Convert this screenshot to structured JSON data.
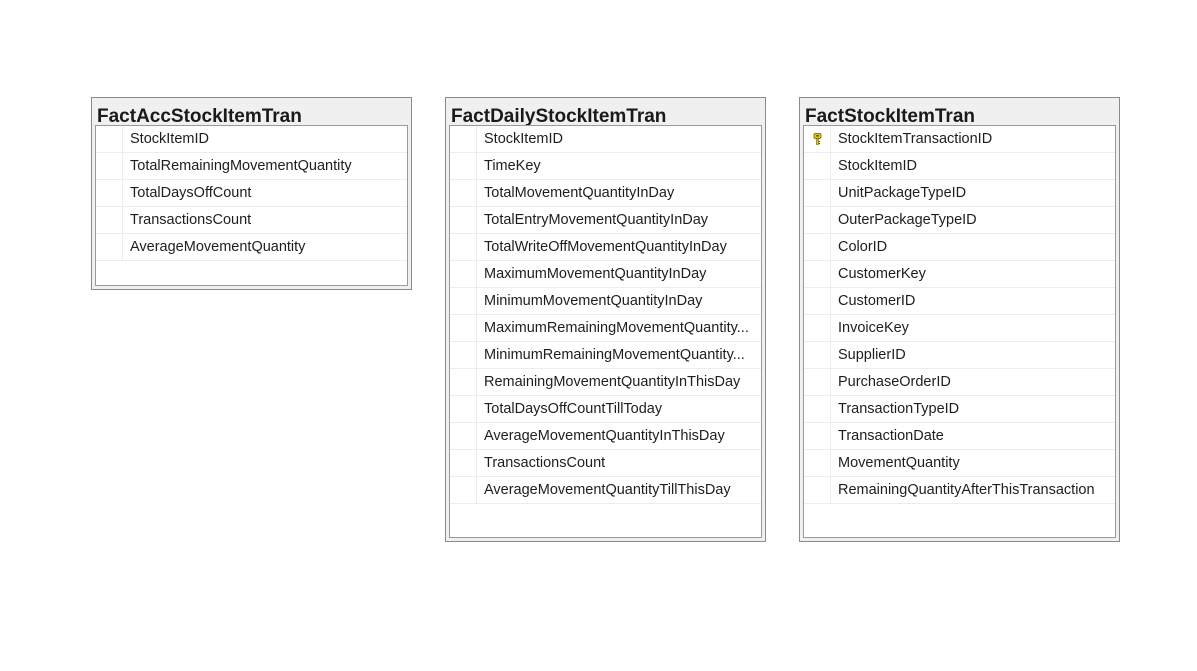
{
  "tables": [
    {
      "name": "FactAccStockItemTran",
      "columns": [
        {
          "name": "StockItemID",
          "key": false
        },
        {
          "name": "TotalRemainingMovementQuantity",
          "key": false
        },
        {
          "name": "TotalDaysOffCount",
          "key": false
        },
        {
          "name": "TransactionsCount",
          "key": false
        },
        {
          "name": "AverageMovementQuantity",
          "key": false
        }
      ]
    },
    {
      "name": "FactDailyStockItemTran",
      "columns": [
        {
          "name": "StockItemID",
          "key": false
        },
        {
          "name": "TimeKey",
          "key": false
        },
        {
          "name": "TotalMovementQuantityInDay",
          "key": false
        },
        {
          "name": "TotalEntryMovementQuantityInDay",
          "key": false
        },
        {
          "name": "TotalWriteOffMovementQuantityInDay",
          "key": false
        },
        {
          "name": "MaximumMovementQuantityInDay",
          "key": false
        },
        {
          "name": "MinimumMovementQuantityInDay",
          "key": false
        },
        {
          "name": "MaximumRemainingMovementQuantity...",
          "key": false
        },
        {
          "name": "MinimumRemainingMovementQuantity...",
          "key": false
        },
        {
          "name": "RemainingMovementQuantityInThisDay",
          "key": false
        },
        {
          "name": "TotalDaysOffCountTillToday",
          "key": false
        },
        {
          "name": "AverageMovementQuantityInThisDay",
          "key": false
        },
        {
          "name": "TransactionsCount",
          "key": false
        },
        {
          "name": "AverageMovementQuantityTillThisDay",
          "key": false
        }
      ]
    },
    {
      "name": "FactStockItemTran",
      "columns": [
        {
          "name": "StockItemTransactionID",
          "key": true
        },
        {
          "name": "StockItemID",
          "key": false
        },
        {
          "name": "UnitPackageTypeID",
          "key": false
        },
        {
          "name": "OuterPackageTypeID",
          "key": false
        },
        {
          "name": "ColorID",
          "key": false
        },
        {
          "name": "CustomerKey",
          "key": false
        },
        {
          "name": "CustomerID",
          "key": false
        },
        {
          "name": "InvoiceKey",
          "key": false
        },
        {
          "name": "SupplierID",
          "key": false
        },
        {
          "name": "PurchaseOrderID",
          "key": false
        },
        {
          "name": "TransactionTypeID",
          "key": false
        },
        {
          "name": "TransactionDate",
          "key": false
        },
        {
          "name": "MovementQuantity",
          "key": false
        },
        {
          "name": "RemainingQuantityAfterThisTransaction",
          "key": false
        }
      ]
    }
  ],
  "colors": {
    "key_icon": "#e8c800",
    "frame": "#8a8a8a",
    "header_bg": "#f0f0f0"
  }
}
